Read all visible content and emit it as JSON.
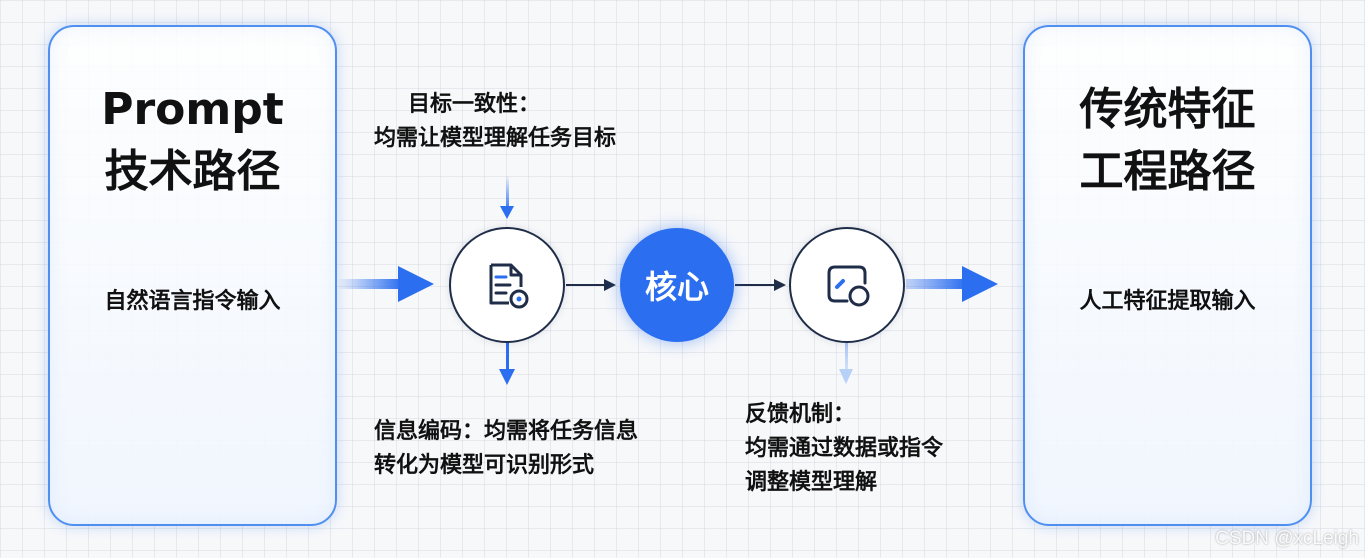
{
  "left_panel": {
    "title_line1": "Prompt",
    "title_line2": "技术路径",
    "subtitle": "自然语言指令输入"
  },
  "right_panel": {
    "title_line1": "传统特征",
    "title_line2": "工程路径",
    "subtitle": "人工特征提取输入"
  },
  "center": {
    "core_label": "核心",
    "goal_line1": "目标一致性：",
    "goal_line2": "均需让模型理解任务目标",
    "encode_line1": "信息编码：均需将任务信息",
    "encode_line2": "转化为模型可识别形式",
    "feedback_line1": "反馈机制：",
    "feedback_line2": "均需通过数据或指令",
    "feedback_line3": "调整模型理解"
  },
  "icons": {
    "encode": "document-gear-icon",
    "feedback": "window-refresh-icon"
  },
  "colors": {
    "accent": "#2b6ef0",
    "panel_border": "#4f8ff0",
    "node_border": "#1f2d48"
  },
  "watermark": "CSDN @xcLeigh"
}
